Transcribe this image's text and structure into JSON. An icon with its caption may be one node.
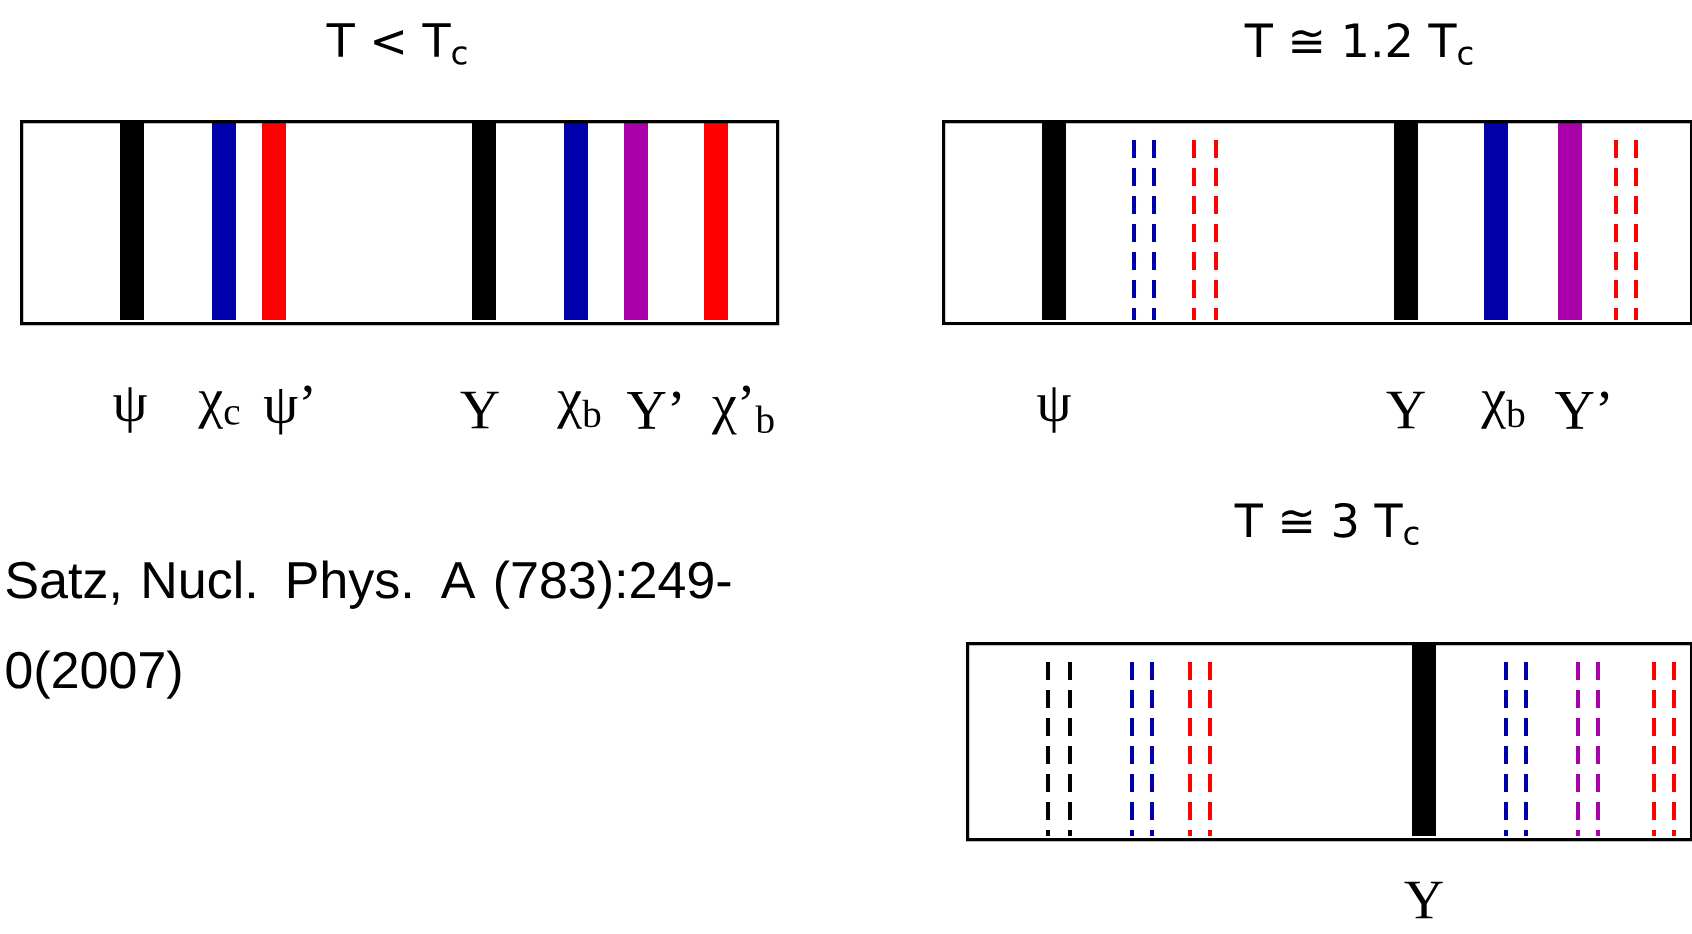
{
  "diagram": {
    "nodes": [
      {
        "text": [
          "T < T$_{c}$"
        ],
        "beside": [
          "ψ",
          "χ$_{c}$",
          "ψ’",
          "Υ",
          "χ$_{b}$",
          "Υ’",
          "χ’$_{b}$"
        ]
      },
      {
        "text": [
          "T ≅ 1.2 T$_{c}$"
        ],
        "beside": [
          "ψ",
          "Υ",
          "χ$_{b}$",
          "Υ’"
        ]
      },
      {
        "text": [
          "T ≅ 3 T$_{c}$"
        ],
        "beside": [
          "Υ"
        ]
      }
    ],
    "labels": [
      "Satz, Nucl. Phys. A (783):249- 0(2007)"
    ]
  }
}
